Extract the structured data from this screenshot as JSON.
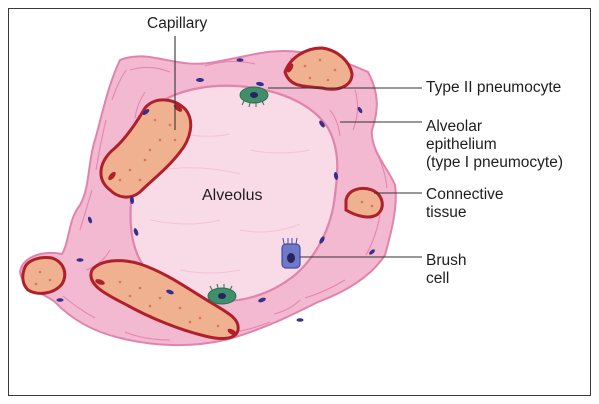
{
  "diagram": {
    "colors": {
      "tissue": "#f2b9d1",
      "tissue_stroke": "#e184ad",
      "lumen": "#f9dbe8",
      "capillary_fill": "#f0b190",
      "capillary_stroke": "#b0202a",
      "nucleus": "#3a2e8a",
      "type2_cell": "#3f8f6c",
      "brush_cell": "#6f79c9",
      "leader": "#333333"
    },
    "labels": {
      "capillary": "Capillary",
      "type2_pneumocyte": "Type II pneumocyte",
      "alveolar_epithelium": [
        "Alveolar",
        "epithelium",
        "(type I pneumocyte)"
      ],
      "connective_tissue": [
        "Connective",
        "tissue"
      ],
      "brush_cell": [
        "Brush",
        "cell"
      ],
      "alveolus": "Alveolus"
    }
  }
}
